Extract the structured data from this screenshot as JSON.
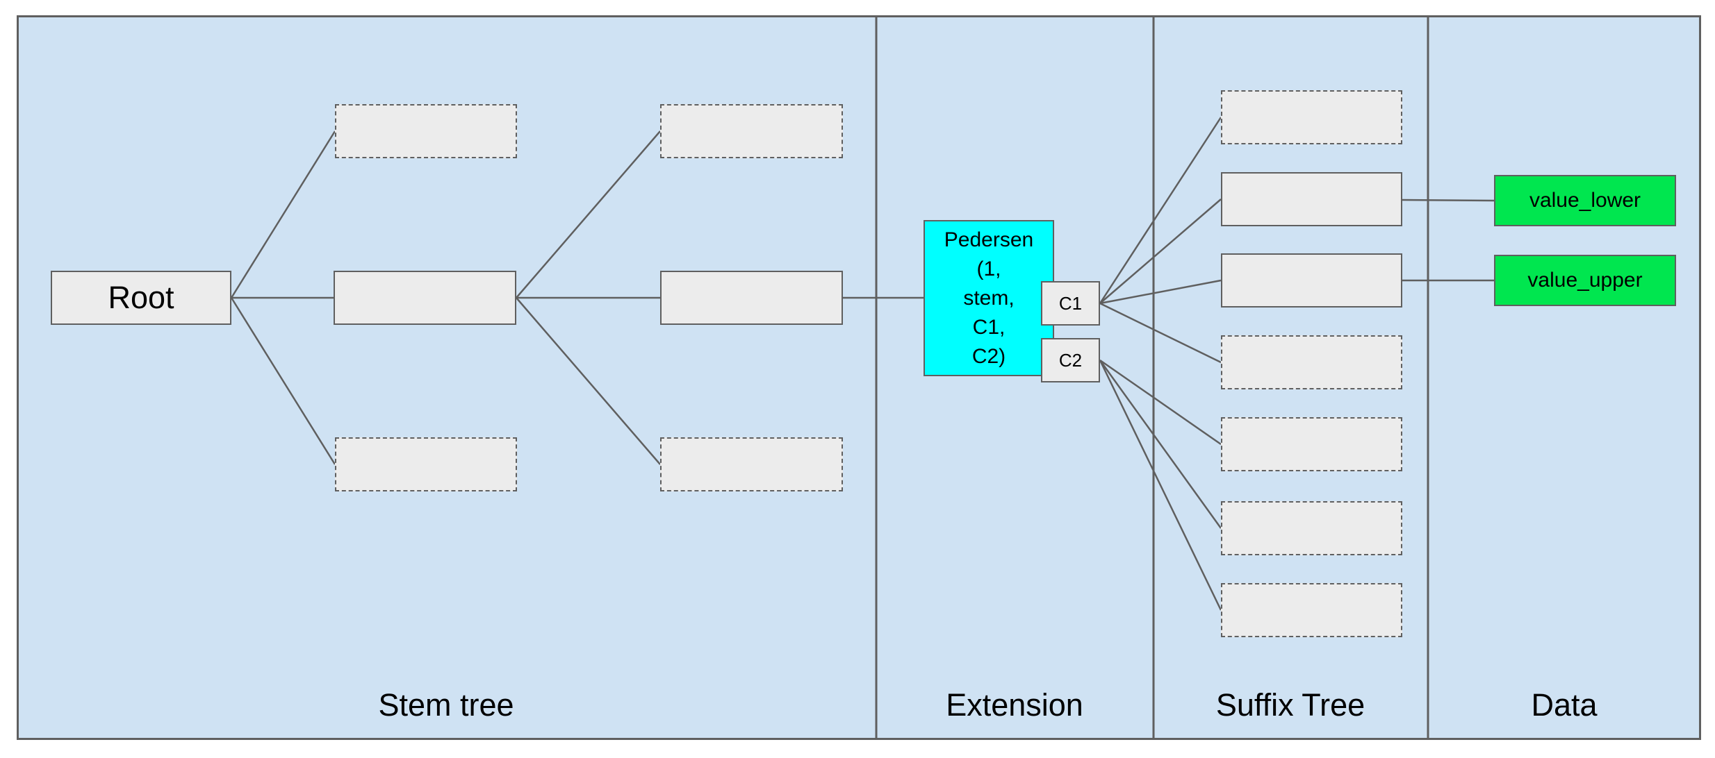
{
  "diagram": {
    "sections": [
      {
        "label": "Stem tree"
      },
      {
        "label": "Extension"
      },
      {
        "label": "Suffix Tree"
      },
      {
        "label": "Data"
      }
    ],
    "nodes": {
      "root": "Root",
      "pedersen": "Pedersen\n(1,\nstem,\nC1,\nC2)",
      "c1": "C1",
      "c2": "C2",
      "value_lower": "value_lower",
      "value_upper": "value_upper"
    },
    "colors": {
      "canvas_background": "#cfe2f3",
      "node_fill": "#ececec",
      "node_border": "#5f5f5f",
      "pedersen_fill": "#00ffff",
      "value_fill": "#00e64f",
      "text": "#000000"
    }
  }
}
